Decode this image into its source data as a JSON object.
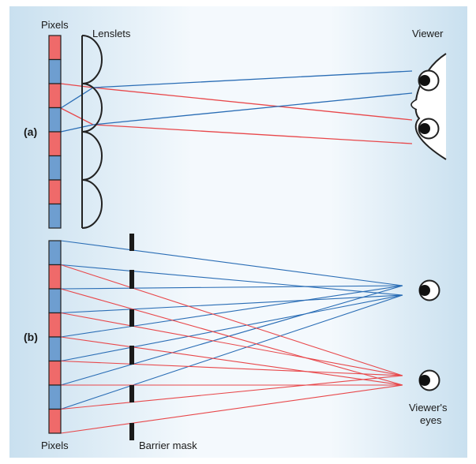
{
  "colors": {
    "pixel_red": "#ef6a6a",
    "pixel_blue": "#6e9ed0",
    "ray_red": "#e8474a",
    "ray_blue": "#2a6db5",
    "background_edge": "#c9e0ef",
    "background_center": "#f4f9fd",
    "outline": "#222222"
  },
  "panel_a": {
    "label": "(a)",
    "pixels_label": "Pixels",
    "lenslets_label": "Lenslets",
    "viewer_label": "Viewer",
    "pixel_colors": [
      "red",
      "blue",
      "red",
      "blue",
      "red",
      "blue",
      "red",
      "blue"
    ],
    "lenslet_count": 4
  },
  "panel_b": {
    "label": "(b)",
    "pixels_label": "Pixels",
    "barrier_label": "Barrier mask",
    "eyes_label_line1": "Viewer's",
    "eyes_label_line2": "eyes",
    "pixel_colors": [
      "blue",
      "red",
      "blue",
      "red",
      "blue",
      "red",
      "blue",
      "red"
    ]
  },
  "icons": {
    "eye": "eye-icon",
    "face": "face-profile-icon"
  }
}
